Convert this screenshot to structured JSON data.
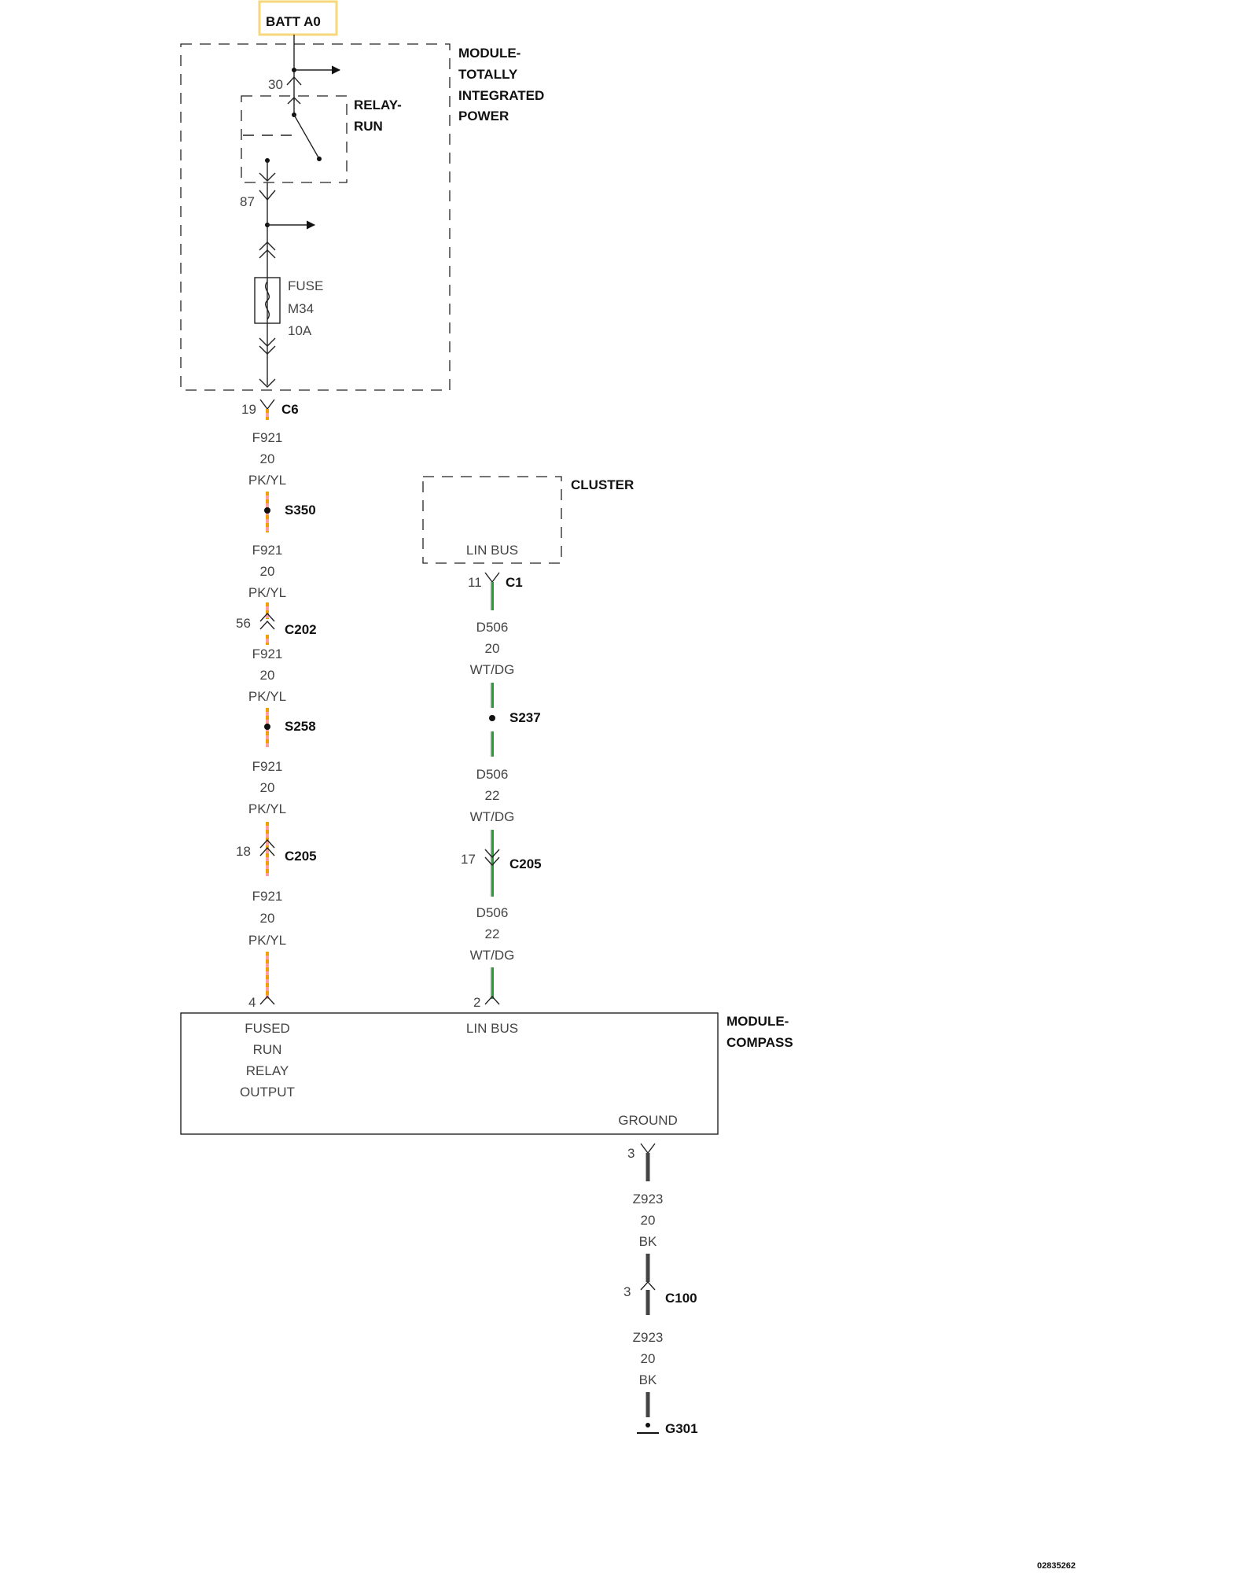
{
  "colors": {
    "batt_highlight": "#f6d77a",
    "wire_pk": "#ff9e9e",
    "wire_yl": "#f0a000",
    "wire_wt": "#dddddd",
    "wire_dg": "#2e9a3a",
    "wire_bk": "#444444"
  },
  "batt": {
    "label": "BATT A0"
  },
  "tip_module": {
    "lines": [
      "MODULE-",
      "TOTALLY",
      "INTEGRATED",
      "POWER"
    ],
    "pin_in": "30",
    "pin_out": "87",
    "relay": {
      "lines": [
        "RELAY-",
        "RUN"
      ]
    },
    "fuse": {
      "lines": [
        "FUSE",
        "M34",
        "10A"
      ]
    }
  },
  "connector_c6": {
    "pin": "19",
    "name": "C6"
  },
  "left_wire_segments": [
    {
      "circuit": "F921",
      "gauge": "20",
      "color": "PK/YL"
    },
    {
      "circuit": "F921",
      "gauge": "20",
      "color": "PK/YL"
    },
    {
      "circuit": "F921",
      "gauge": "20",
      "color": "PK/YL"
    },
    {
      "circuit": "F921",
      "gauge": "20",
      "color": "PK/YL"
    },
    {
      "circuit": "F921",
      "gauge": "20",
      "color": "PK/YL"
    }
  ],
  "splice_s350": "S350",
  "connector_c202": {
    "pin": "56",
    "name": "C202"
  },
  "splice_s258": "S258",
  "connector_c205_left": {
    "pin": "18",
    "name": "C205"
  },
  "cluster": {
    "title": "CLUSTER",
    "pin_label": "LIN BUS"
  },
  "connector_c1": {
    "pin": "11",
    "name": "C1"
  },
  "mid_wire_segments": [
    {
      "circuit": "D506",
      "gauge": "20",
      "color": "WT/DG"
    },
    {
      "circuit": "D506",
      "gauge": "22",
      "color": "WT/DG"
    },
    {
      "circuit": "D506",
      "gauge": "22",
      "color": "WT/DG"
    }
  ],
  "splice_s237": "S237",
  "connector_c205_mid": {
    "pin": "17",
    "name": "C205"
  },
  "compass_module": {
    "title_lines": [
      "MODULE-",
      "COMPASS"
    ],
    "pin_left": "4",
    "pin_mid": "2",
    "pin_ground": "3",
    "left_label_lines": [
      "FUSED",
      "RUN",
      "RELAY",
      "OUTPUT"
    ],
    "mid_label": "LIN BUS",
    "ground_label": "GROUND"
  },
  "ground_wire_segments": [
    {
      "circuit": "Z923",
      "gauge": "20",
      "color": "BK"
    },
    {
      "circuit": "Z923",
      "gauge": "20",
      "color": "BK"
    }
  ],
  "connector_c100": {
    "pin": "3",
    "name": "C100"
  },
  "ground_point": "G301",
  "diagram_id": "02835262"
}
